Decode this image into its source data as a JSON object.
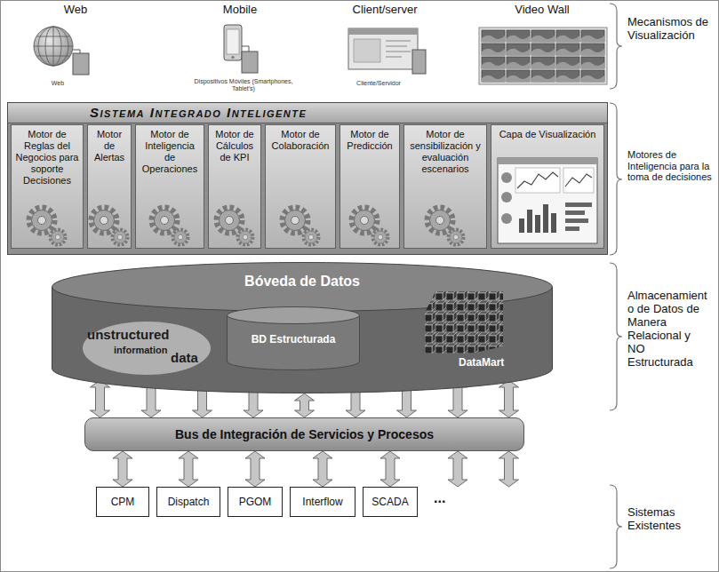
{
  "diagram": {
    "nodes": [
      {
        "text": [
          "Sistema Integrado Inteligente"
        ]
      },
      {
        "text": [
          "Motor de Reglas del Negocios para soporte Decisiones"
        ],
        "in": 0
      },
      {
        "text": [
          "Motor de Alertas"
        ],
        "in": 0
      },
      {
        "text": [
          "Motor de Inteligencia de Operaciones"
        ],
        "in": 0
      },
      {
        "text": [
          "Motor de Cálculos de KPI"
        ],
        "in": 0
      },
      {
        "text": [
          "Motor de Colaboración"
        ],
        "in": 0
      },
      {
        "text": [
          "Motor de Predicción"
        ],
        "in": 0
      },
      {
        "text": [
          "Motor de sensibilización y evaluación escenarios"
        ],
        "in": 0
      },
      {
        "text": [
          "Capa de Visualización"
        ],
        "in": 0
      },
      {
        "text": [
          "Bóveda de Datos"
        ]
      },
      {
        "text": [
          "BD Estructurada"
        ],
        "in": 9
      },
      {
        "text": [
          "Bus de Integración de Servicios y Procesos"
        ]
      },
      {
        "text": [
          "CPM"
        ]
      },
      {
        "text": [
          "Dispatch"
        ]
      },
      {
        "text": [
          "PGOM"
        ]
      },
      {
        "text": [
          "Interflow"
        ]
      },
      {
        "text": [
          "SCADA"
        ]
      }
    ],
    "edges": [
      {
        "from": 9,
        "to": 11,
        "arrow": "both"
      },
      {
        "from": 11,
        "to": 12,
        "arrow": "both"
      },
      {
        "from": 11,
        "to": 13,
        "arrow": "both"
      },
      {
        "from": 11,
        "to": 14,
        "arrow": "both"
      },
      {
        "from": 11,
        "to": 15,
        "arrow": "both"
      },
      {
        "from": 11,
        "to": 16,
        "arrow": "both"
      }
    ],
    "labels": [
      "Web",
      "Mobile",
      "Client/server",
      "Video Wall",
      "Web",
      "Dispositivos Móviles (Smartphones, Tablet's)",
      "Cliente/Servidor",
      "Mecanismos de Visualización",
      "Motores de Inteligencia para la toma de decisiones",
      "unstructured",
      "information",
      "data",
      "DataMart",
      "Almacenamiento de Datos de Manera Relacional y NO Estructurada",
      "...",
      "Sistemas Existentes"
    ]
  }
}
